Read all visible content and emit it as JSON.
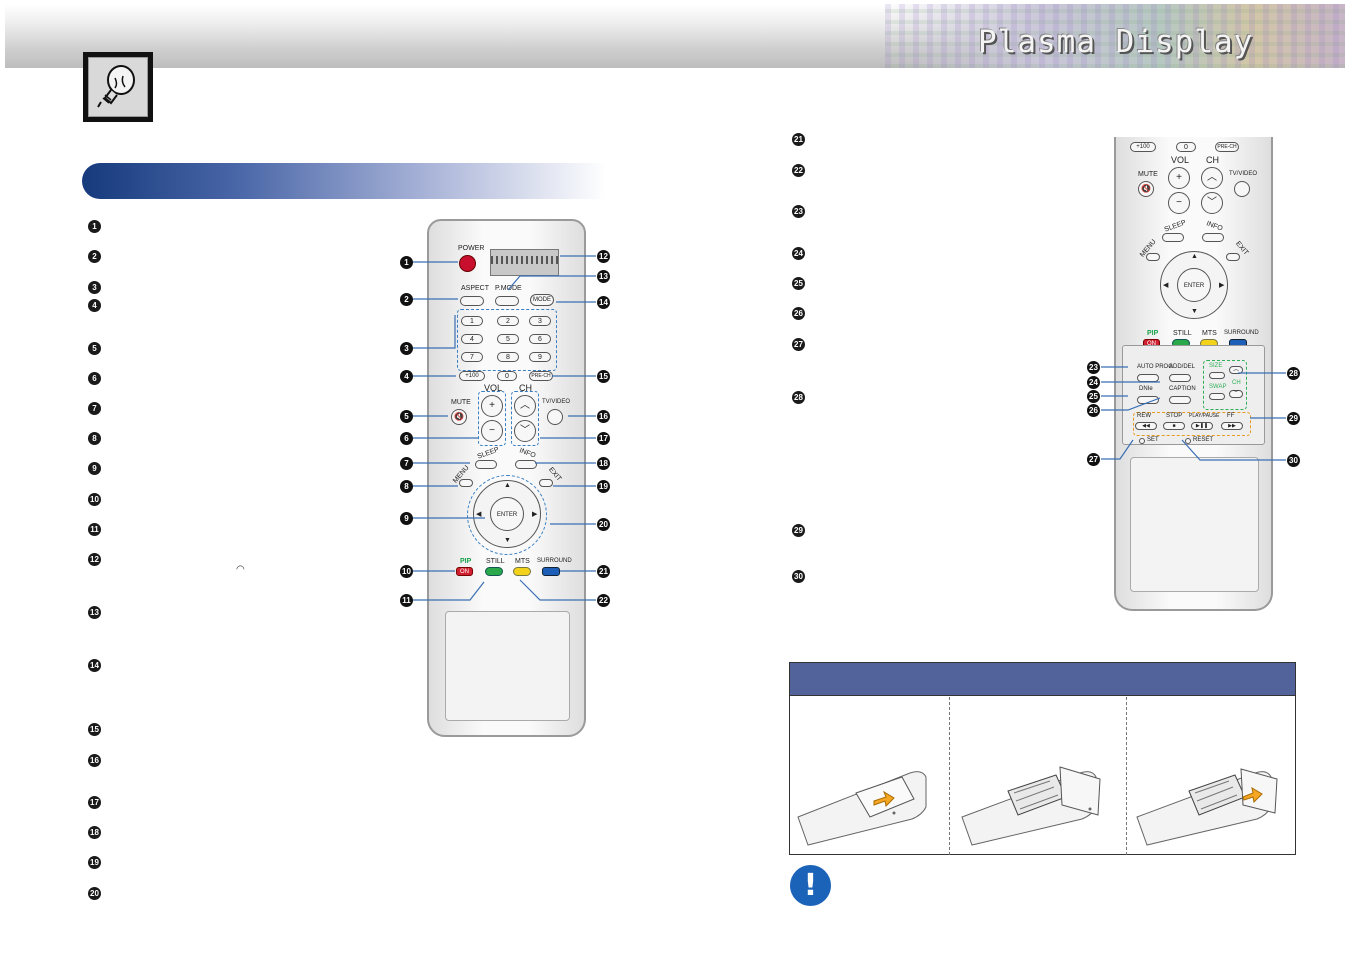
{
  "header": {
    "title": "Plasma Display"
  },
  "left_list_markers": [
    "1",
    "2",
    "3",
    "4",
    "5",
    "6",
    "7",
    "8",
    "9",
    "10",
    "11",
    "12",
    "13",
    "14",
    "15",
    "16",
    "17",
    "18",
    "19",
    "20"
  ],
  "right_list_markers": [
    "21",
    "22",
    "23",
    "24",
    "25",
    "26",
    "27",
    "28",
    "29",
    "30"
  ],
  "remote_upper": {
    "power": "POWER",
    "aspect": "ASPECT",
    "pmode": "P.MODE",
    "mode": "MODE",
    "digits": [
      "1",
      "2",
      "3",
      "4",
      "5",
      "6",
      "7",
      "8",
      "9",
      "+100",
      "0"
    ],
    "prech": "PRE-CH",
    "mute": "MUTE",
    "vol": "VOL",
    "ch": "CH",
    "tvvideo": "TV/VIDEO",
    "sleep": "SLEEP",
    "info": "INFO",
    "menu": "MENU",
    "exit": "EXIT",
    "enter": "ENTER",
    "pip": "PIP",
    "pip_on": "ON",
    "still": "STILL",
    "mts": "MTS",
    "surround": "SURROUND"
  },
  "remote_lower": {
    "plus100": "+100",
    "zero": "0",
    "prech": "PRE-CH",
    "vol": "VOL",
    "ch": "CH",
    "mute": "MUTE",
    "tvvideo": "TV/VIDEO",
    "sleep": "SLEEP",
    "info": "INFO",
    "menu": "MENU",
    "exit": "EXIT",
    "enter": "ENTER",
    "pip": "PIP",
    "pip_on": "ON",
    "still": "STILL",
    "mts": "MTS",
    "surround": "SURROUND",
    "auto_prog": "AUTO PROG.",
    "add_del": "ADD/DEL",
    "dnie": "DNIe",
    "caption": "CAPTION",
    "size": "SIZE",
    "swap": "SWAP",
    "ch_small": "CH",
    "rew": "REW",
    "stop": "STOP",
    "play_pause": "PLAY/PAUSE",
    "ff": "FF",
    "set": "SET",
    "reset": "RESET"
  },
  "remote_callouts_left": [
    "1",
    "2",
    "3",
    "4",
    "5",
    "6",
    "7",
    "8",
    "9",
    "10",
    "11"
  ],
  "remote_callouts_right": [
    "12",
    "13",
    "14",
    "15",
    "16",
    "17",
    "18",
    "19",
    "20",
    "21",
    "22"
  ],
  "lower_callouts_left": [
    "23",
    "24",
    "25",
    "26",
    "27"
  ],
  "lower_callouts_right": [
    "28",
    "29",
    "30"
  ],
  "warning_glyph": "!",
  "colors": {
    "section_bar": "#163a7c",
    "table_header": "#52629b",
    "warning": "#1b63b8",
    "pip_red": "#d01f2e",
    "still_green": "#2aa84a",
    "mts_yellow": "#f2d21a",
    "surround_blue": "#1d5fb8"
  }
}
